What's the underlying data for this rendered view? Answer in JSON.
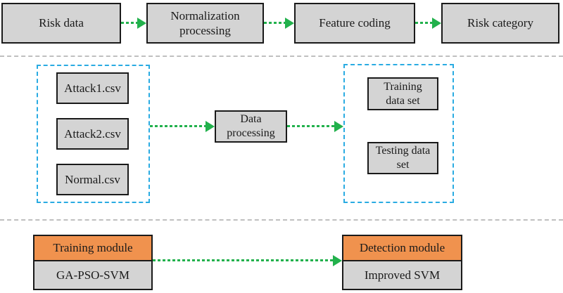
{
  "colors": {
    "box_fill": "#d4d4d4",
    "box_border": "#1a1a1a",
    "orange": "#f0924e",
    "green": "#22b14c",
    "blue": "#29abe2",
    "divider": "#bfbfbf",
    "text": "#1a1a1a"
  },
  "top_flow": [
    "Risk data",
    "Normalization processing",
    "Feature coding",
    "Risk category"
  ],
  "input_files": [
    "Attack1.csv",
    "Attack2.csv",
    "Normal.csv"
  ],
  "process_box": "Data processing",
  "datasets": [
    "Training data set",
    "Testing data set"
  ],
  "modules": {
    "training_header": "Training module",
    "training_body": "GA-PSO-SVM",
    "detection_header": "Detection module",
    "detection_body": "Improved SVM"
  }
}
